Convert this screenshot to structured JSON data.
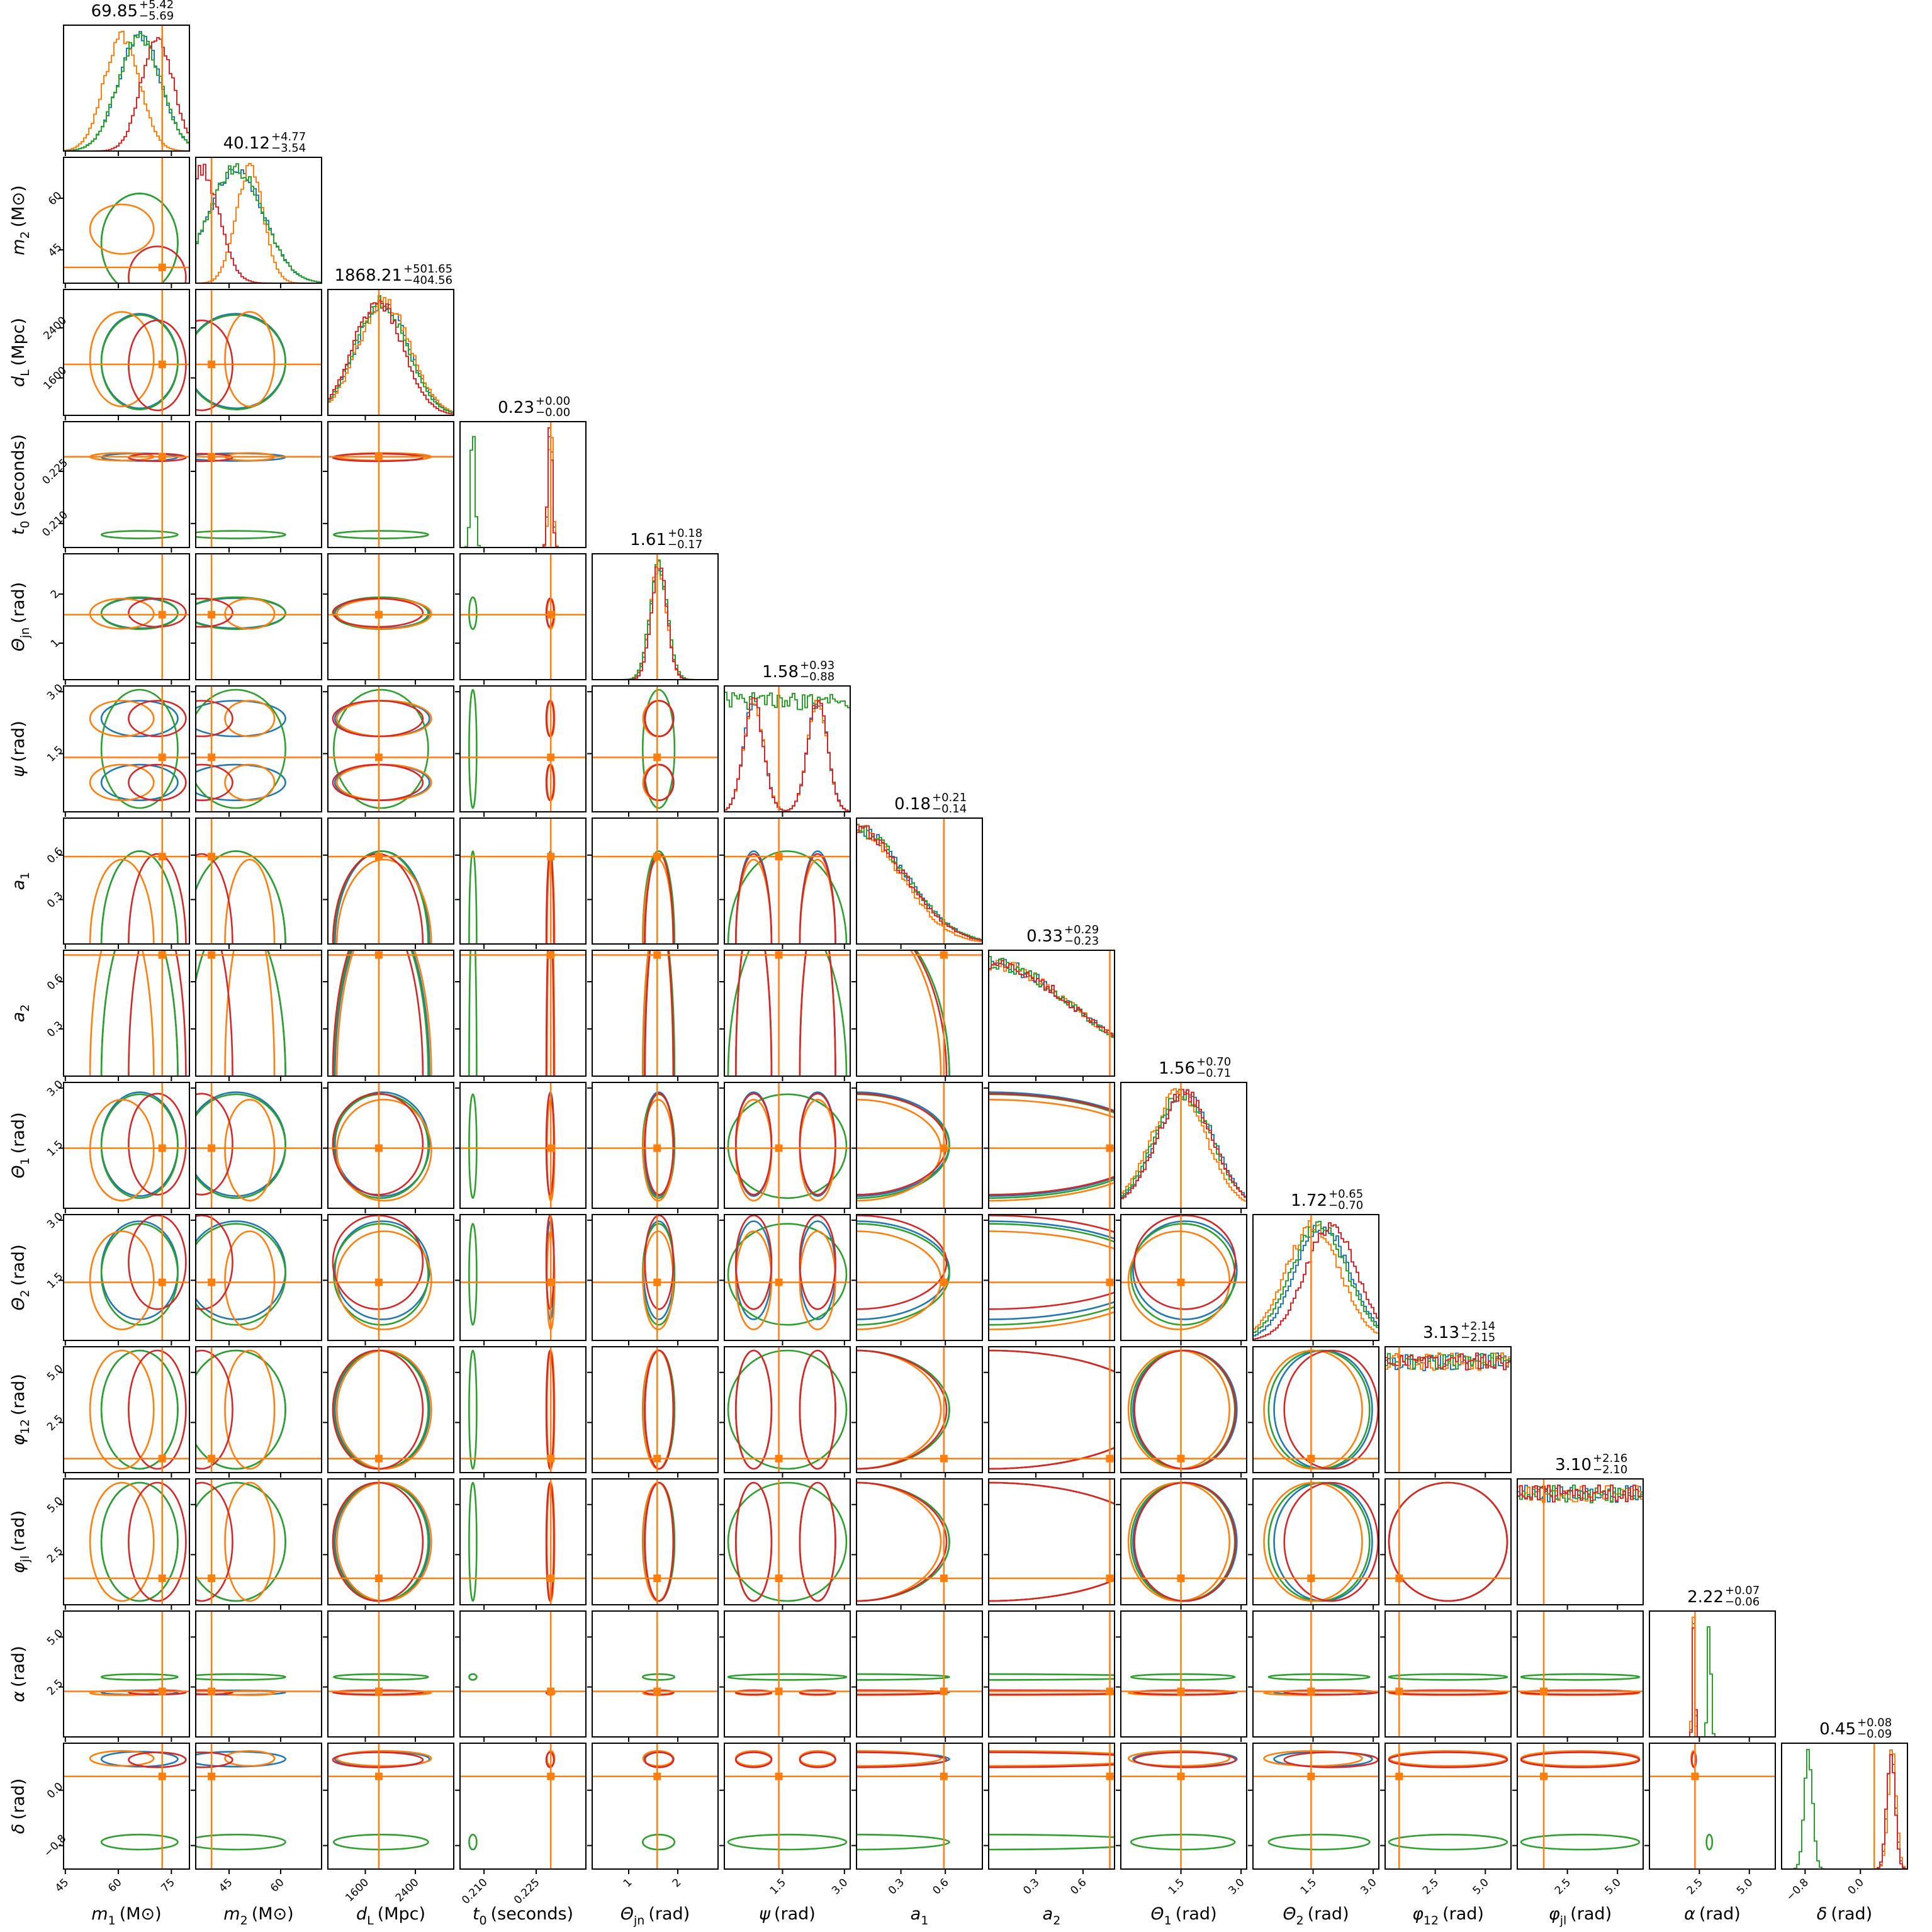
{
  "chart_data": {
    "type": "corner",
    "title": "",
    "series_colors": [
      "#1f77b4",
      "#ff7f0e",
      "#2ca02c",
      "#d62728"
    ],
    "truth_color": "#ff7f0e",
    "params": [
      {
        "sym": "m",
        "sub": "1",
        "unit": "(M⊙)",
        "range": [
          44.5,
          80.1
        ],
        "ticks": [
          45,
          60,
          75
        ],
        "tick_labels": [
          "45",
          "60",
          "75"
        ],
        "truth": 72.4,
        "title": {
          "value": "69.85",
          "plus": "+5.42",
          "minus": "−5.69"
        },
        "dist": [
          {
            "t": "n",
            "m": 66,
            "s": 6
          },
          {
            "t": "n",
            "m": 61,
            "s": 5
          },
          {
            "t": "n",
            "m": 66,
            "s": 6
          },
          {
            "t": "n",
            "m": 71,
            "s": 4.5
          }
        ]
      },
      {
        "sym": "m",
        "sub": "2",
        "unit": "(M⊙)",
        "range": [
          35.3,
          71.9
        ],
        "ticks": [
          45,
          60
        ],
        "tick_labels": [
          "45",
          "60"
        ],
        "truth": 39.9,
        "title": {
          "value": "40.12",
          "plus": "+4.77",
          "minus": "−3.54"
        },
        "dist": [
          {
            "t": "n",
            "m": 47,
            "s": 8
          },
          {
            "t": "n",
            "m": 51,
            "s": 4
          },
          {
            "t": "n",
            "m": 47,
            "s": 8
          },
          {
            "t": "n",
            "m": 37,
            "s": 5
          }
        ]
      },
      {
        "sym": "d",
        "sub": "L",
        "unit": "(Mpc)",
        "range": [
          1001,
          3014
        ],
        "ticks": [
          1600,
          2400
        ],
        "tick_labels": [
          "1600",
          "2400"
        ],
        "truth": 1816,
        "title": {
          "value": "1868.21",
          "plus": "+501.65",
          "minus": "−404.56"
        },
        "dist": [
          {
            "t": "n",
            "m": 1870,
            "s": 420
          },
          {
            "t": "n",
            "m": 1900,
            "s": 420
          },
          {
            "t": "n",
            "m": 1850,
            "s": 420
          },
          {
            "t": "n",
            "m": 1800,
            "s": 400
          }
        ]
      },
      {
        "sym": "t",
        "sub": "0",
        "unit": "(seconds)",
        "range": [
          0.2031,
          0.2393
        ],
        "ticks": [
          0.21,
          0.225
        ],
        "tick_labels": [
          "0.210",
          "0.225"
        ],
        "truth": 0.2292,
        "title": {
          "value": "0.23",
          "plus": "+0.00",
          "minus": "−0.00"
        },
        "dist": [
          {
            "t": "n",
            "m": 0.2291,
            "s": 0.0006
          },
          {
            "t": "n",
            "m": 0.2292,
            "s": 0.0006
          },
          {
            "t": "n",
            "m": 0.2068,
            "s": 0.0006
          },
          {
            "t": "n",
            "m": 0.229,
            "s": 0.0006
          }
        ]
      },
      {
        "sym": "Θ",
        "sub": "jn",
        "unit": "(rad)",
        "range": [
          0.256,
          2.82
        ],
        "ticks": [
          1,
          2
        ],
        "tick_labels": [
          "1",
          "2"
        ],
        "truth": 1.58,
        "title": {
          "value": "1.61",
          "plus": "+0.18",
          "minus": "−0.17"
        },
        "dist": [
          {
            "t": "n",
            "m": 1.61,
            "s": 0.17
          },
          {
            "t": "n",
            "m": 1.6,
            "s": 0.17
          },
          {
            "t": "n",
            "m": 1.61,
            "s": 0.18
          },
          {
            "t": "n",
            "m": 1.62,
            "s": 0.16
          }
        ]
      },
      {
        "sym": "ψ",
        "sub": "",
        "unit": "(rad)",
        "range": [
          0.09,
          3.14
        ],
        "ticks": [
          1.5,
          3.0
        ],
        "tick_labels": [
          "1.5",
          "3.0"
        ],
        "truth": 1.41,
        "title": {
          "value": "1.58",
          "plus": "+0.93",
          "minus": "−0.88"
        },
        "dist": [
          {
            "t": "b",
            "ms": [
              0.8,
              2.35
            ],
            "s": 0.24
          },
          {
            "t": "b",
            "ms": [
              0.8,
              2.35
            ],
            "s": 0.24
          },
          {
            "t": "u"
          },
          {
            "t": "b",
            "ms": [
              0.8,
              2.35
            ],
            "s": 0.24
          }
        ]
      },
      {
        "sym": "a",
        "sub": "1",
        "unit": "",
        "range": [
          0,
          0.85
        ],
        "ticks": [
          0.3,
          0.6
        ],
        "tick_labels": [
          "0.3",
          "0.6"
        ],
        "truth": 0.59,
        "title": {
          "value": "0.18",
          "plus": "+0.21",
          "minus": "−0.14"
        },
        "dist": [
          {
            "t": "h",
            "s": 0.33
          },
          {
            "t": "h",
            "s": 0.3
          },
          {
            "t": "h",
            "s": 0.33
          },
          {
            "t": "h",
            "s": 0.32
          }
        ]
      },
      {
        "sym": "a",
        "sub": "2",
        "unit": "",
        "range": [
          0,
          0.8
        ],
        "ticks": [
          0.3,
          0.6
        ],
        "tick_labels": [
          "0.3",
          "0.6"
        ],
        "truth": 0.77,
        "title": {
          "value": "0.33",
          "plus": "+0.29",
          "minus": "−0.23"
        },
        "dist": [
          {
            "t": "h",
            "s": 0.55
          },
          {
            "t": "h",
            "s": 0.55
          },
          {
            "t": "h",
            "s": 0.55
          },
          {
            "t": "h",
            "s": 0.55
          }
        ]
      },
      {
        "sym": "Θ",
        "sub": "1",
        "unit": "(rad)",
        "range": [
          0,
          3.14
        ],
        "ticks": [
          1.5,
          3.0
        ],
        "tick_labels": [
          "1.5",
          "3.0"
        ],
        "truth": 1.5,
        "title": {
          "value": "1.56",
          "plus": "+0.70",
          "minus": "−0.71"
        },
        "dist": [
          {
            "t": "n",
            "m": 1.6,
            "s": 0.72
          },
          {
            "t": "n",
            "m": 1.45,
            "s": 0.7
          },
          {
            "t": "n",
            "m": 1.55,
            "s": 0.72
          },
          {
            "t": "n",
            "m": 1.6,
            "s": 0.7
          }
        ]
      },
      {
        "sym": "Θ",
        "sub": "2",
        "unit": "(rad)",
        "range": [
          0,
          3.14
        ],
        "ticks": [
          1.5,
          3.0
        ],
        "tick_labels": [
          "1.5",
          "3.0"
        ],
        "truth": 1.45,
        "title": {
          "value": "1.72",
          "plus": "+0.65",
          "minus": "−0.70"
        },
        "dist": [
          {
            "t": "n",
            "m": 1.75,
            "s": 0.68
          },
          {
            "t": "n",
            "m": 1.5,
            "s": 0.68
          },
          {
            "t": "n",
            "m": 1.65,
            "s": 0.7
          },
          {
            "t": "n",
            "m": 1.95,
            "s": 0.65
          }
        ]
      },
      {
        "sym": "φ",
        "sub": "12",
        "unit": "(rad)",
        "range": [
          0,
          6.28
        ],
        "ticks": [
          2.5,
          5.0
        ],
        "tick_labels": [
          "2.5",
          "5.0"
        ],
        "truth": 0.7,
        "title": {
          "value": "3.13",
          "plus": "+2.14",
          "minus": "−2.15"
        },
        "dist": [
          {
            "t": "u"
          },
          {
            "t": "u"
          },
          {
            "t": "u"
          },
          {
            "t": "u"
          }
        ]
      },
      {
        "sym": "φ",
        "sub": "jl",
        "unit": "(rad)",
        "range": [
          0,
          6.28
        ],
        "ticks": [
          2.5,
          5.0
        ],
        "tick_labels": [
          "2.5",
          "5.0"
        ],
        "truth": 1.32,
        "title": {
          "value": "3.10",
          "plus": "+2.16",
          "minus": "−2.10"
        },
        "dist": [
          {
            "t": "u"
          },
          {
            "t": "u"
          },
          {
            "t": "u"
          },
          {
            "t": "u"
          }
        ]
      },
      {
        "sym": "α",
        "sub": "",
        "unit": "(rad)",
        "range": [
          0,
          6.3
        ],
        "ticks": [
          2.5,
          5.0
        ],
        "tick_labels": [
          "2.5",
          "5.0"
        ],
        "truth": 2.28,
        "title": {
          "value": "2.22",
          "plus": "+0.07",
          "minus": "−0.06"
        },
        "dist": [
          {
            "t": "n",
            "m": 2.22,
            "s": 0.06
          },
          {
            "t": "n",
            "m": 2.2,
            "s": 0.06
          },
          {
            "t": "n",
            "m": 3.0,
            "s": 0.08
          },
          {
            "t": "n",
            "m": 2.23,
            "s": 0.06
          }
        ]
      },
      {
        "sym": "δ",
        "sub": "",
        "unit": "(rad)",
        "range": [
          -1.14,
          0.68
        ],
        "ticks": [
          -0.8,
          0.0
        ],
        "tick_labels": [
          "−0.8",
          "0.0"
        ],
        "truth": 0.2,
        "title": {
          "value": "0.45",
          "plus": "+0.08",
          "minus": "−0.09"
        },
        "dist": [
          {
            "t": "n",
            "m": 0.45,
            "s": 0.06
          },
          {
            "t": "n",
            "m": 0.46,
            "s": 0.06
          },
          {
            "t": "n",
            "m": -0.75,
            "s": 0.06
          },
          {
            "t": "n",
            "m": 0.44,
            "s": 0.06
          }
        ]
      }
    ]
  }
}
